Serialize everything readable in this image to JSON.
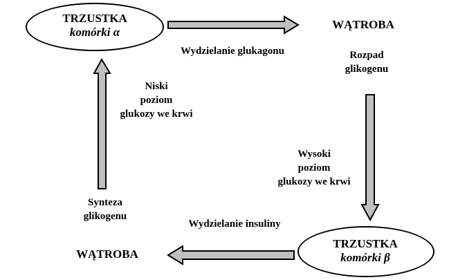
{
  "colors": {
    "arrow_fill": "#c0c0c0",
    "arrow_stroke": "#000000",
    "text": "#000000",
    "background": "#ffffff"
  },
  "nodes": {
    "pancreas_alpha": {
      "title": "TRZUSTKA",
      "subtitle": "komórki α"
    },
    "liver_top": {
      "title": "WĄTROBA",
      "process_line1": "Rozpad",
      "process_line2": "glikogenu"
    },
    "pancreas_beta": {
      "title": "TRZUSTKA",
      "subtitle": "komórki β"
    },
    "liver_bottom": {
      "title": "WĄTROBA",
      "process_line1": "Synteza",
      "process_line2": "glikogenu"
    }
  },
  "edges": {
    "glucagon": {
      "label": "Wydzielanie glukagonu"
    },
    "high_glucose": {
      "line1": "Wysoki",
      "line2": "poziom",
      "line3": "glukozy we krwi"
    },
    "insulin": {
      "label": "Wydzielanie insuliny"
    },
    "low_glucose": {
      "line1": "Niski",
      "line2": "poziom",
      "line3": "glukozy we krwi"
    }
  }
}
